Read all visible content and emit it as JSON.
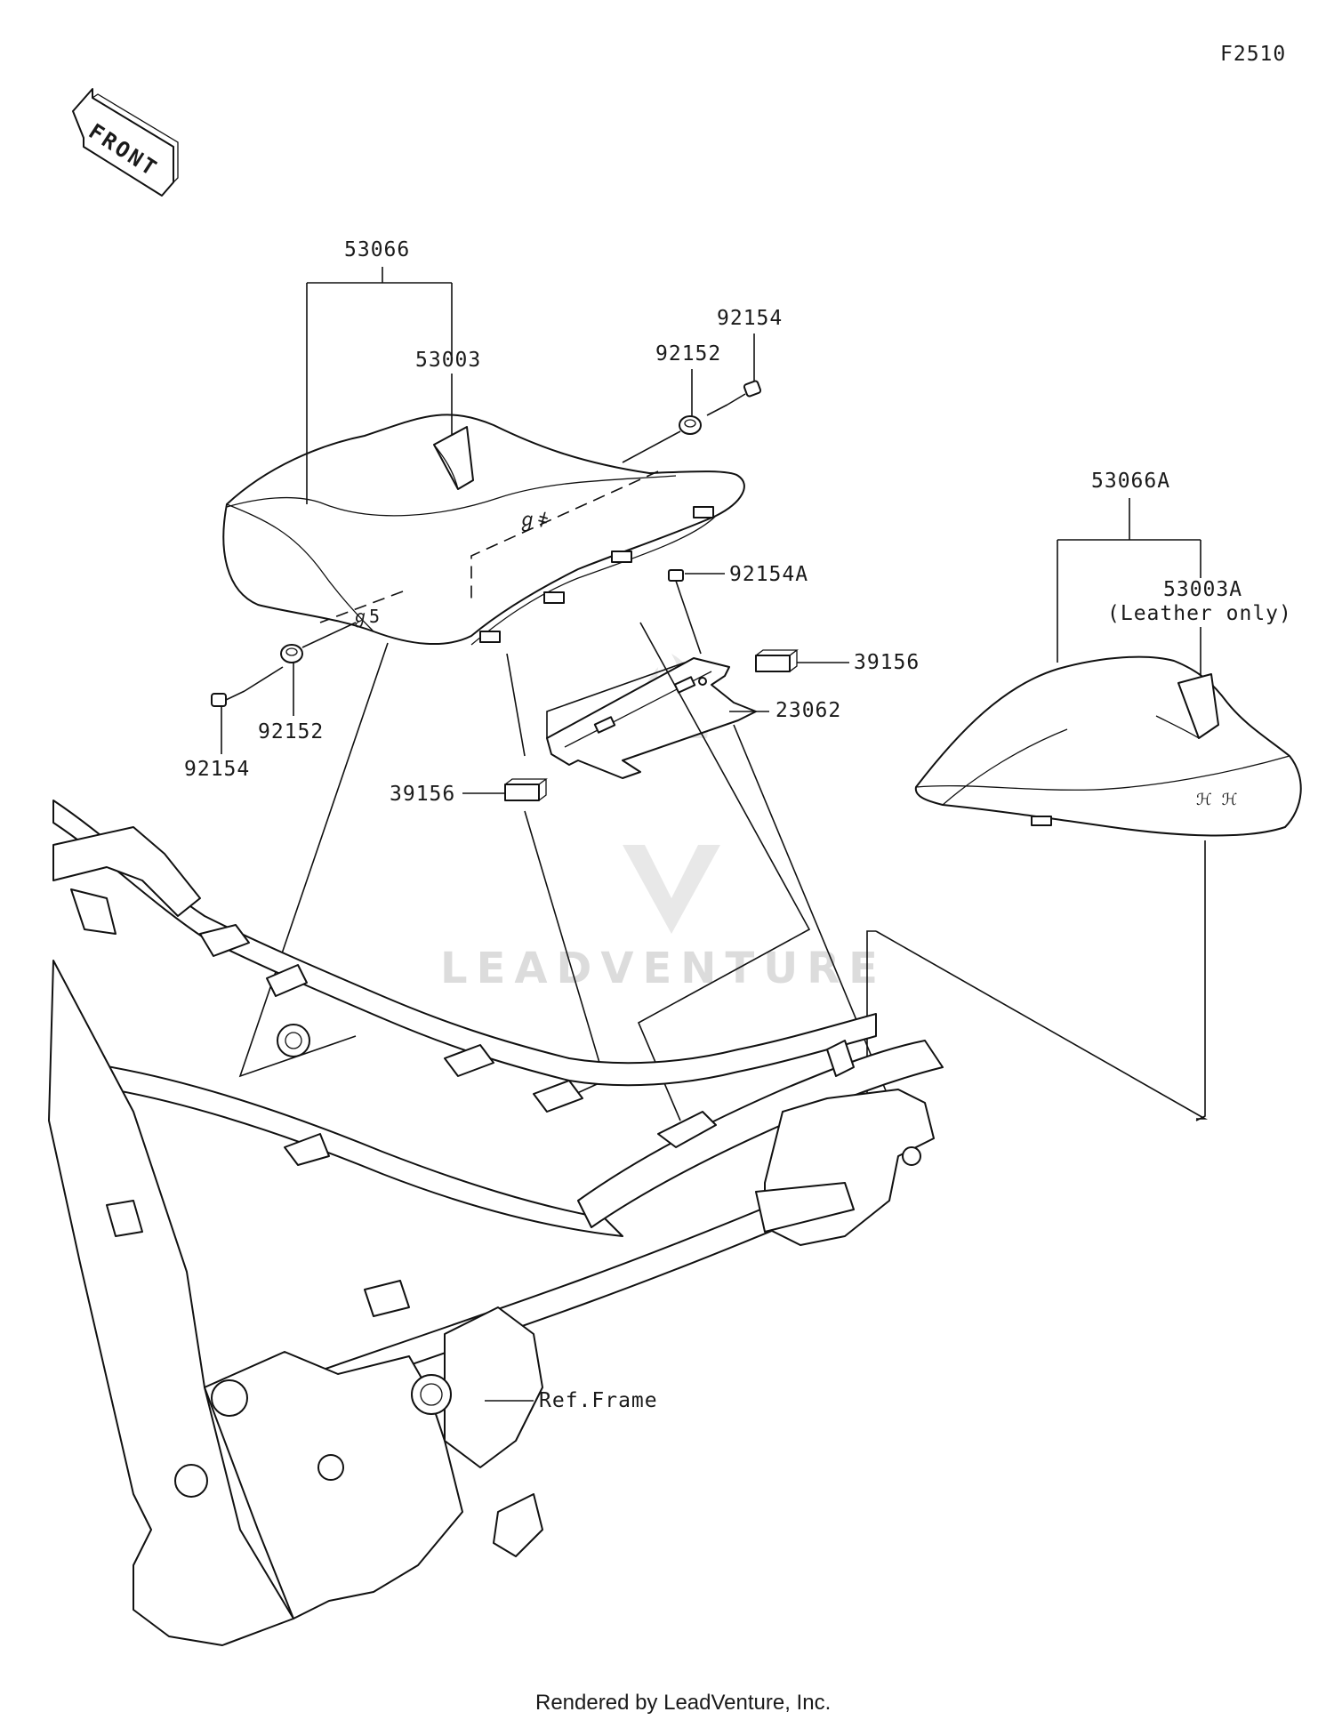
{
  "diagram": {
    "code": "F2510",
    "front_label": "FRONT",
    "watermark": "LEADVENTURE",
    "footer": "Rendered by LeadVenture, Inc.",
    "labels": {
      "seat_assy": "53066",
      "seat_pad": "53003",
      "screw_top": "92154",
      "collar_top": "92152",
      "bolt_bracket": "92154A",
      "damper_right": "39156",
      "bracket": "23062",
      "damper_left": "39156",
      "collar_left": "92152",
      "screw_left": "92154",
      "seat_assy_alt": "53066A",
      "seat_pad_alt": "53003A",
      "leather_note": "(Leather only)",
      "ref_frame": "Ref.Frame"
    }
  }
}
